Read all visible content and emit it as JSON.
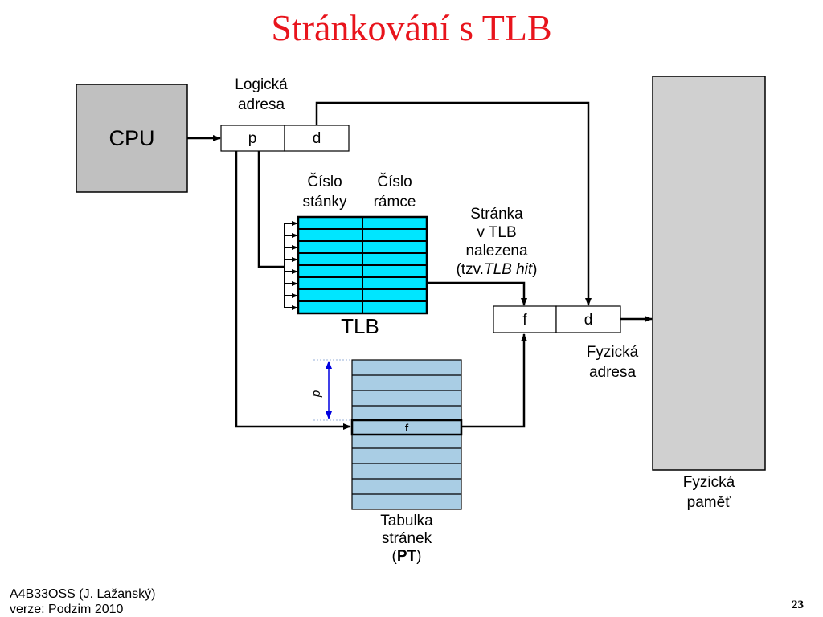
{
  "title": "Stránkování s TLB",
  "cpu": {
    "label": "CPU"
  },
  "logical_address": {
    "label_line1": "Logická",
    "label_line2": "adresa",
    "p": "p",
    "d": "d"
  },
  "tlb": {
    "col1_line1": "Číslo",
    "col1_line2": "stánky",
    "col2_line1": "Číslo",
    "col2_line2": "rámce",
    "label": "TLB"
  },
  "tlb_hit": {
    "line1": "Stránka",
    "line2": "v TLB",
    "line3": "nalezena",
    "line4_prefix": "(tzv.",
    "line4_em": "TLB hit",
    "line4_suffix": ")"
  },
  "physical_address": {
    "f": "f",
    "d": "d",
    "label_line1": "Fyzická",
    "label_line2": "adresa"
  },
  "page_table": {
    "p_label": "p",
    "f_label": "f",
    "label_line1": "Tabulka",
    "label_line2": "stránek",
    "label_open": "(",
    "label_bold": "PT",
    "label_close": ")"
  },
  "physical_memory": {
    "label_line1": "Fyzická",
    "label_line2": "paměť"
  },
  "footer": {
    "line1": "A4B33OSS (J. Lažanský)",
    "line2": "verze: Podzim 2010"
  },
  "page_number": "23",
  "colors": {
    "title": "#e8141c",
    "cpu_fill": "#c0c0c0",
    "tlb_fill": "#00e6ff",
    "pt_fill": "#a9cde4",
    "memory_fill": "#d0d0d0",
    "dim_arrow": "#0000e0"
  }
}
